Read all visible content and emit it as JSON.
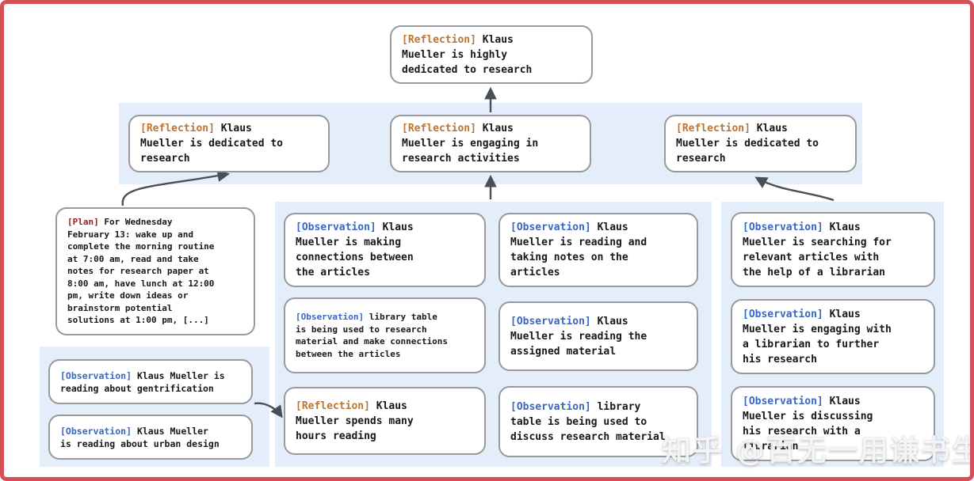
{
  "colors": {
    "frame_border": "#d6505a",
    "panel_background": "#e4eefa",
    "node_border": "#97999c",
    "reflection_label": "#bd7430",
    "observation_label": "#3a66c5",
    "plan_label": "#932020",
    "arrow": "#4a4f55"
  },
  "watermark": {
    "text": "知乎 @百无一用谦书生"
  },
  "tree": {
    "root": {
      "tag": "[Reflection]",
      "text": "Klaus\nMueller is highly\ndedicated to research"
    },
    "level2": [
      {
        "tag": "[Reflection]",
        "text": "Klaus\nMueller is dedicated to\nresearch"
      },
      {
        "tag": "[Reflection]",
        "text": "Klaus\nMueller is engaging in\nresearch activities"
      },
      {
        "tag": "[Reflection]",
        "text": "Klaus\nMueller is dedicated to\nresearch"
      }
    ],
    "plan": {
      "tag": "[Plan]",
      "text": "For Wednesday\nFebruary 13: wake up and\ncomplete the morning routine\nat 7:00 am, read and take\nnotes for research paper at\n8:00 am, have lunch at 12:00\npm, write down ideas or\nbrainstorm potential\nsolutions at 1:00 pm, [...]"
    },
    "left_observations": [
      {
        "tag": "[Observation]",
        "text": "Klaus Mueller is\nreading about gentrification"
      },
      {
        "tag": "[Observation]",
        "text": "Klaus Mueller\nis reading about urban design"
      }
    ],
    "middle_left": [
      {
        "tag": "[Observation]",
        "text": "Klaus\nMueller is making\nconnections between\nthe articles"
      },
      {
        "tag": "[Observation]",
        "text": "library table\nis being used to research\nmaterial and make connections\nbetween the articles"
      },
      {
        "tag": "[Reflection]",
        "text": "Klaus\nMueller spends many\nhours reading"
      }
    ],
    "middle_right": [
      {
        "tag": "[Observation]",
        "text": "Klaus\nMueller is reading and\ntaking notes on the\narticles"
      },
      {
        "tag": "[Observation]",
        "text": "Klaus\nMueller is reading the\nassigned material"
      },
      {
        "tag": "[Observation]",
        "text": "library\ntable is being used to\ndiscuss research material"
      }
    ],
    "right": [
      {
        "tag": "[Observation]",
        "text": "Klaus\nMueller is searching for\nrelevant articles with\nthe help of a librarian"
      },
      {
        "tag": "[Observation]",
        "text": "Klaus\nMueller is engaging with\na librarian to further\nhis research"
      },
      {
        "tag": "[Observation]",
        "text": "Klaus\nMueller is discussing\nhis research with a\nlibrarian"
      }
    ]
  }
}
